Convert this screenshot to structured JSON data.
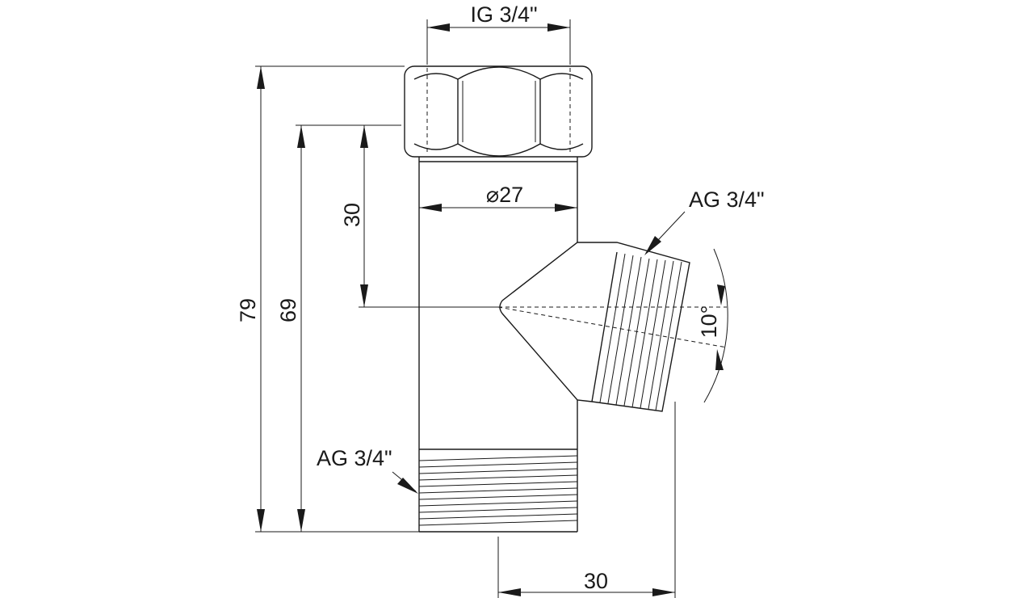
{
  "drawing": {
    "dimensions": {
      "top_thread": "IG 3/4\"",
      "diameter": "⌀27",
      "side_thread": "AG 3/4\"",
      "bottom_thread": "AG 3/4\"",
      "height_total": "79",
      "height_outlet": "69",
      "nut_to_axis": "30",
      "angle": "10°",
      "outlet_offset": "30"
    }
  }
}
